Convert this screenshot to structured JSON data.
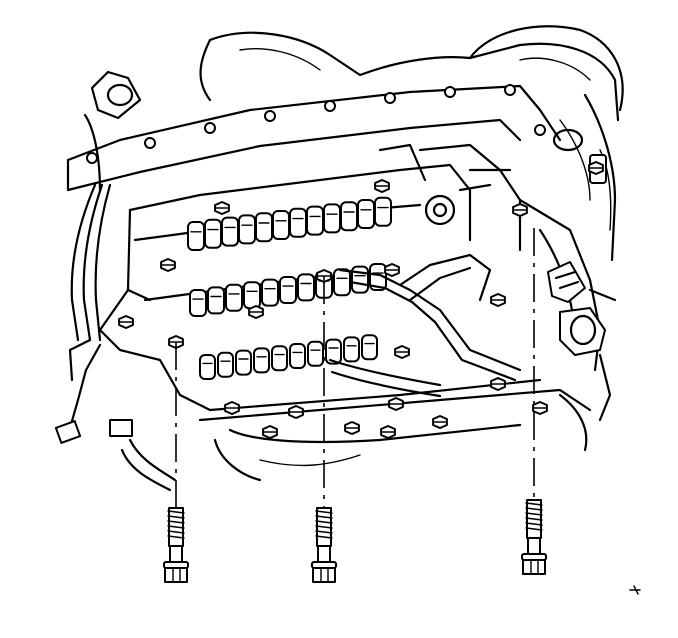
{
  "figure": {
    "subject": "valve-body-bolt-installation-illustration",
    "stroke_color": "#000000",
    "background_color": "#ffffff",
    "callout_bolts": [
      {
        "id": "bolt-left"
      },
      {
        "id": "bolt-center"
      },
      {
        "id": "bolt-right"
      }
    ]
  }
}
